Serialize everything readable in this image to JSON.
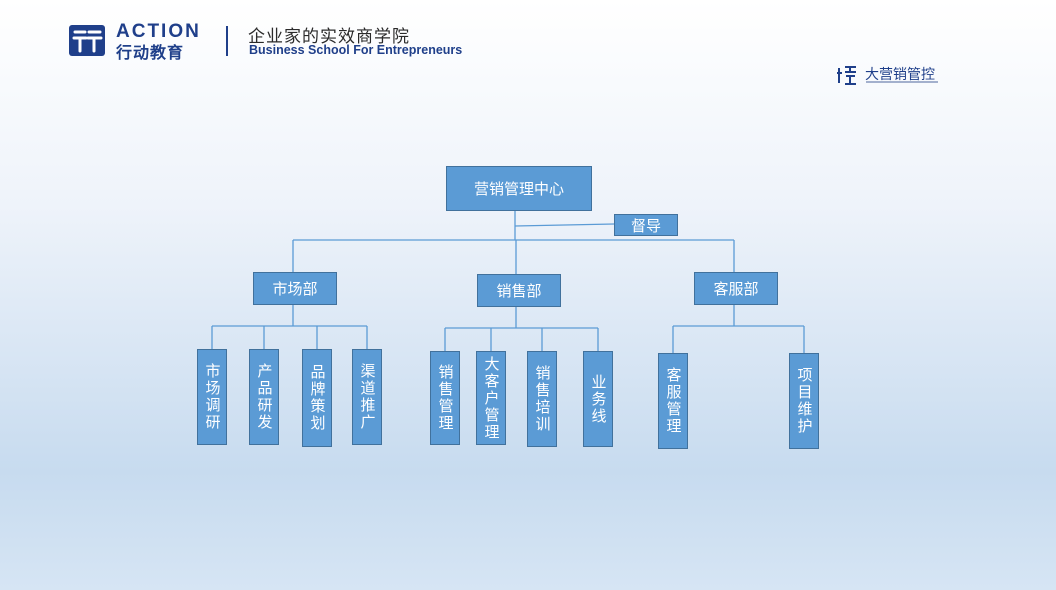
{
  "header": {
    "brand_en": "ACTION",
    "brand_cn": "行动教育",
    "slogan_cn": "企业家的实效商学院",
    "slogan_en": "Business School For Entrepreneurs",
    "sub_logo_text": "大营销管控"
  },
  "colors": {
    "box_fill": "#5b9bd5",
    "box_border": "#41719c",
    "line": "#5b9bd5",
    "brand": "#1f3f8a"
  },
  "org": {
    "root": "营销管理中心",
    "supervisor": "督导",
    "departments": [
      {
        "label": "市场部",
        "children": [
          "市场调研",
          "产品研发",
          "品牌策划",
          "渠道推广"
        ]
      },
      {
        "label": "销售部",
        "children": [
          "销售管理",
          "大客户管理",
          "销售培训",
          "业务线"
        ]
      },
      {
        "label": "客服部",
        "children": [
          "客服管理",
          "项目维护"
        ]
      }
    ]
  }
}
